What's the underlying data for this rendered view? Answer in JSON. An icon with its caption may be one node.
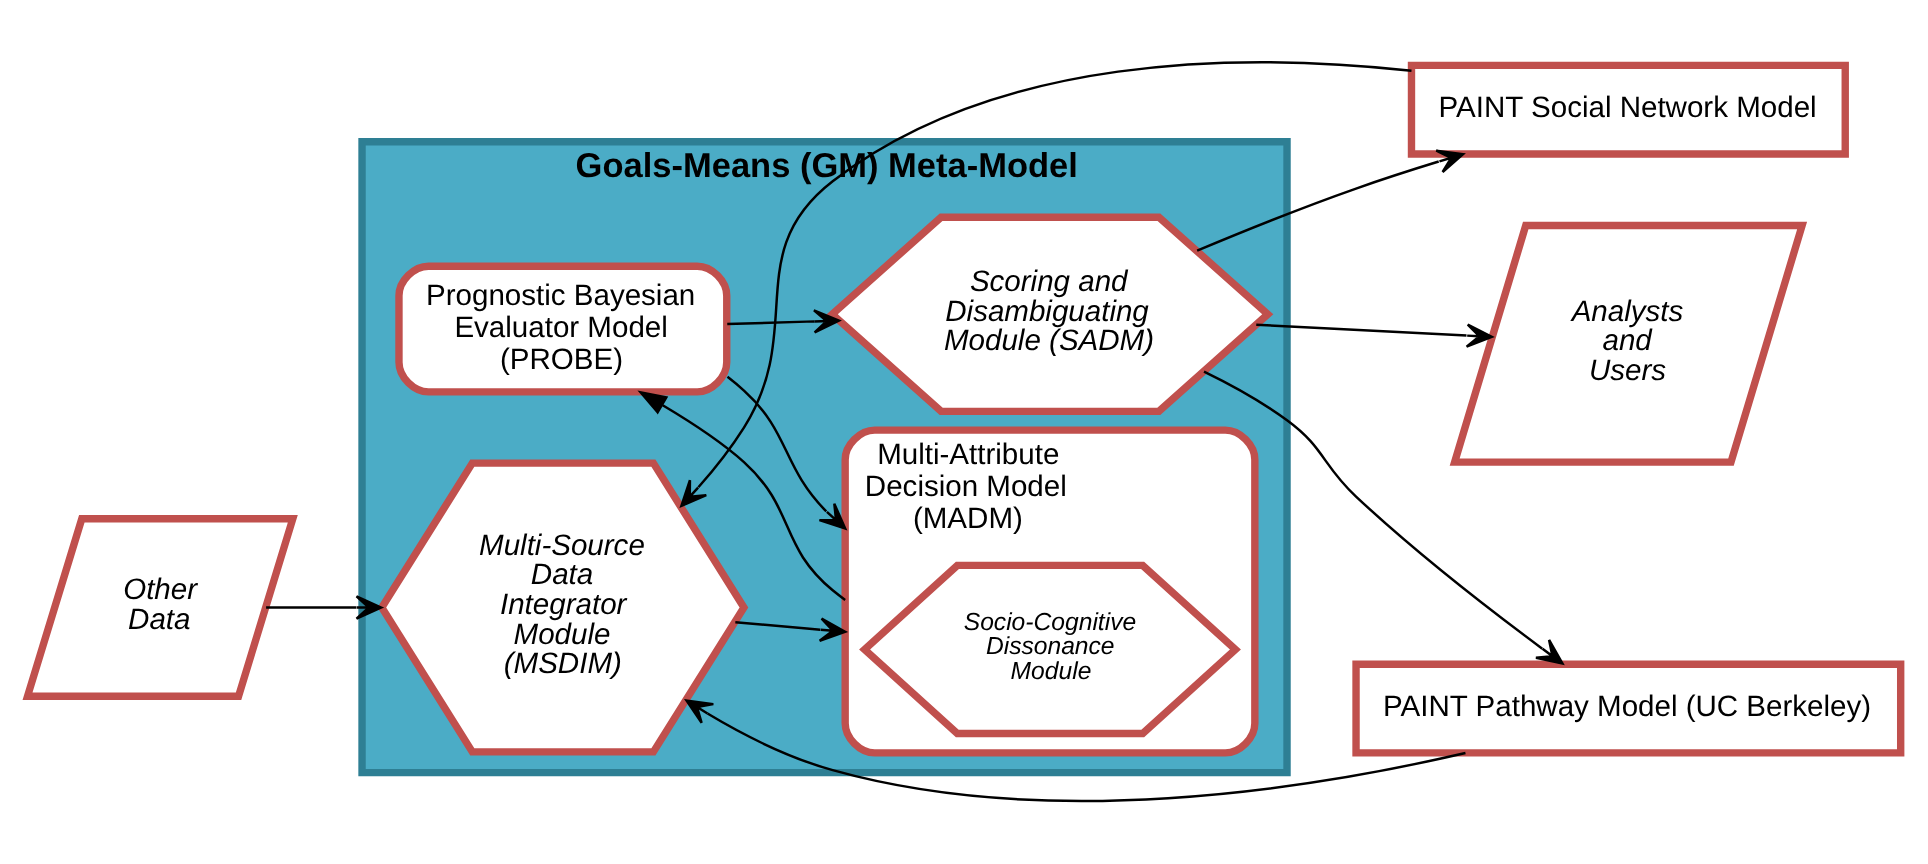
{
  "diagram": {
    "nodes": [
      {
        "text": [
          "PAINT Social Network Model"
        ]
      },
      {
        "text": [
          "Other Data"
        ]
      },
      {
        "text": [
          "Goals-Means (GM) Meta-Model"
        ]
      },
      {
        "text": [
          "Prognostic Bayesian Evaluator Model (PROBE)"
        ],
        "in": 2
      },
      {
        "text": [
          "Scoring and Disambiguating Module (SADM)"
        ],
        "in": 2
      },
      {
        "text": [
          "Multi-Source Data Integrator Module (MSDIM)"
        ],
        "in": 2
      },
      {
        "text": [
          "Multi-Attribute Decision Model (MADM)"
        ],
        "in": 2
      },
      {
        "text": [
          "Socio-Cognitive Dissonance Module"
        ],
        "in": 6
      },
      {
        "text": [
          "Analysts and Users"
        ]
      },
      {
        "text": [
          "PAINT Pathway Model (UC Berkeley)"
        ]
      }
    ],
    "edges": [
      {
        "from": 4,
        "to": 0,
        "arrow": "to"
      },
      {
        "from": 0,
        "to": 5,
        "arrow": "to"
      },
      {
        "from": 1,
        "to": 5,
        "arrow": "to"
      },
      {
        "from": 5,
        "to": 6,
        "arrow": "to"
      },
      {
        "from": 6,
        "to": 3,
        "arrow": "to"
      },
      {
        "from": 3,
        "to": 6,
        "arrow": "to"
      },
      {
        "from": 3,
        "to": 4,
        "arrow": "to"
      },
      {
        "from": 4,
        "to": 8,
        "arrow": "to"
      },
      {
        "from": 4,
        "to": 9,
        "arrow": "to"
      },
      {
        "from": 9,
        "to": 5,
        "arrow": "to"
      }
    ]
  }
}
